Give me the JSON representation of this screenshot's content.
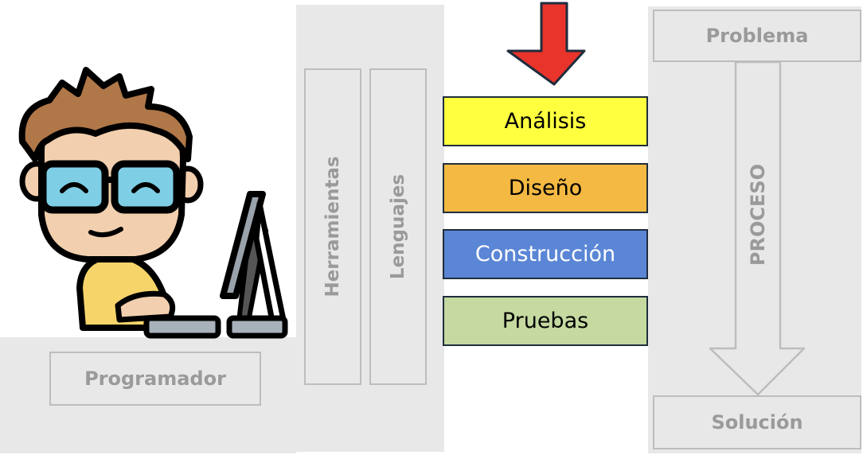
{
  "programmer": {
    "label": "Programador"
  },
  "tools": {
    "herramientas": "Herramientas",
    "lenguajes": "Lenguajes"
  },
  "stages": [
    {
      "label": "Análisis",
      "color": "#ffff40",
      "text_color": "#000000"
    },
    {
      "label": "Diseño",
      "color": "#f4b942",
      "text_color": "#000000"
    },
    {
      "label": "Construcción",
      "color": "#5b86d6",
      "text_color": "#ffffff"
    },
    {
      "label": "Pruebas",
      "color": "#c5d9a0",
      "text_color": "#000000"
    }
  ],
  "process": {
    "start": "Problema",
    "middle": "PROCESO",
    "end": "Solución"
  },
  "colors": {
    "arrow_red": "#e8342a",
    "panel_gray": "#e8e8e8",
    "outline_gray": "#bdbdbd",
    "label_gray": "#9a9a9a"
  }
}
